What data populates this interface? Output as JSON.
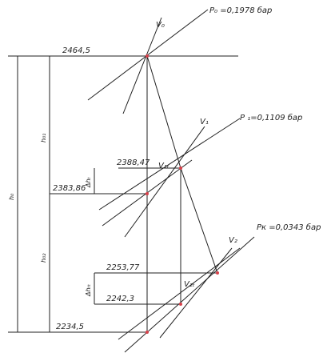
{
  "labels": {
    "v0": "V₀",
    "v1": "V₁",
    "v2": "V₂",
    "v1t": "V₁ₜ",
    "v2t": "V₂ₜ",
    "p0": "P₀ =0,1978 бар",
    "p1": "P ₁=0,1109 бар",
    "pk": "Pк =0,0343 бар",
    "h0": "h₀",
    "h1": "h₀₁",
    "h2": "h₀₂",
    "dh1": "Δhₜ",
    "dh2": "Δhₜₜ"
  },
  "values": {
    "i0": "2464,5",
    "i1t": "2388,47",
    "i1": "2383,86",
    "i2t": "2253,77",
    "i2": "2242,3",
    "ik": "2234,5"
  },
  "colors": {
    "line": "#222222",
    "point": "#d8404a"
  }
}
